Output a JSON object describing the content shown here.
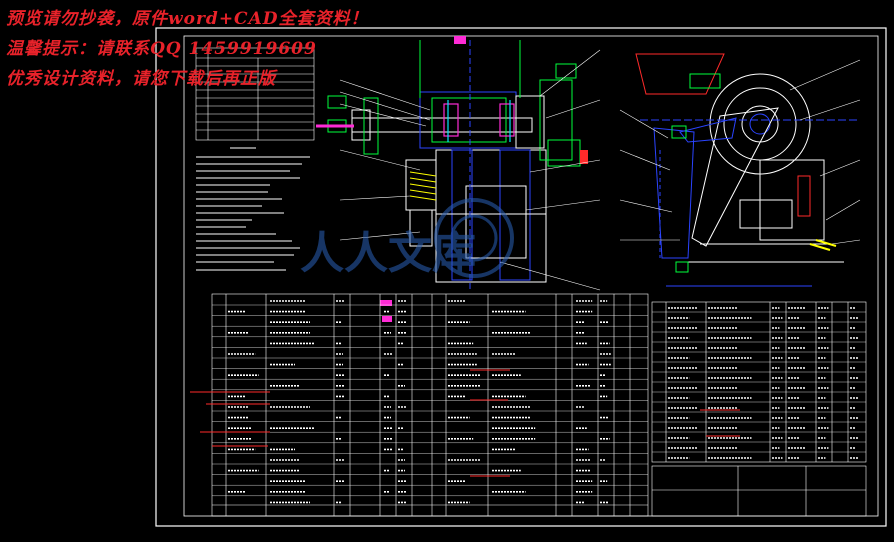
{
  "watermark": {
    "line1": "预览请勿抄袭，原件word+CAD全套资料！",
    "line2": "温馨提示：请联系QQ 1459919609",
    "line3": "优秀设计资料，请您下载后再正版"
  },
  "drawing": {
    "stamp_text": "人人文库",
    "colors": {
      "background": "#000000",
      "frame": "#ffffff",
      "outline_blue": "#2b44ff",
      "detail_green": "#00ff3c",
      "detail_magenta": "#ff2bd6",
      "detail_cyan": "#00e5ff",
      "detail_yellow": "#ffff00",
      "detail_red": "#ff2a2a",
      "watermark_red": "#e8222a",
      "stamp_blue": "#2a62b8"
    }
  }
}
